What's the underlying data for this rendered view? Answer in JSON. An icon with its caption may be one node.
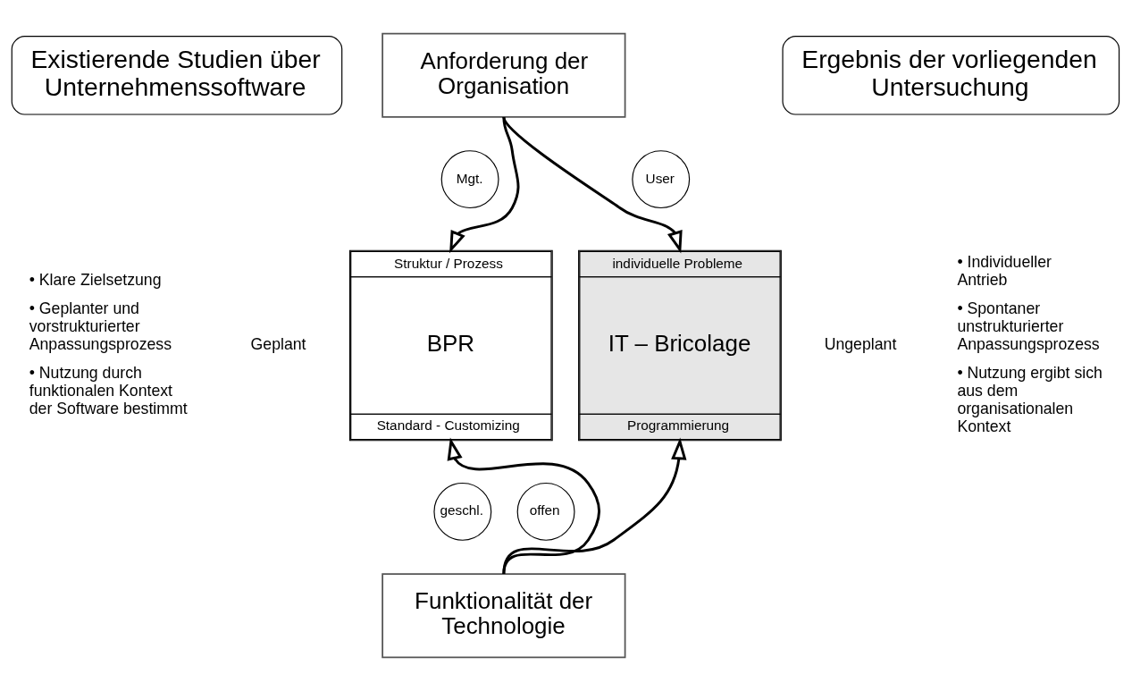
{
  "diagram": {
    "nodes": [
      {
        "text": [
          "Anforderung der Organisation"
        ]
      },
      {
        "text": [
          "Existierende Studien über Unternehmenssoftware"
        ]
      },
      {
        "text": [
          "Ergebnis der vorliegenden Untersuchung"
        ]
      },
      {
        "text": [
          "Mgt."
        ]
      },
      {
        "text": [
          "User"
        ]
      },
      {
        "text": [
          "Struktur / Prozess",
          "BPR",
          "Standard - Customizing"
        ]
      },
      {
        "text": [
          "individuelle Probleme",
          "IT – Bricolage",
          "Programmierung"
        ]
      },
      {
        "text": [
          "geschl."
        ]
      },
      {
        "text": [
          "offen"
        ]
      },
      {
        "text": [
          "Funktionalität der Technologie"
        ]
      }
    ],
    "edges": [
      {
        "from": 0,
        "to": 5,
        "arrow": "to"
      },
      {
        "from": 0,
        "to": 6,
        "arrow": "to"
      },
      {
        "from": 9,
        "to": 5,
        "arrow": "to"
      },
      {
        "from": 9,
        "to": 6,
        "arrow": "to"
      }
    ],
    "labels": [
      "• Klare Zielsetzung",
      "• Geplanter und vorstrukturierter Anpassungsprozess",
      "• Nutzung durch funktionalen Kontext der Software bestimmt",
      "Geplant",
      "Ungeplant",
      "• Individueller Antrieb",
      "• Spontaner unstrukturierter Anpassungsprozess",
      "• Nutzung ergibt sich aus dem organisationalen Kontext"
    ]
  }
}
